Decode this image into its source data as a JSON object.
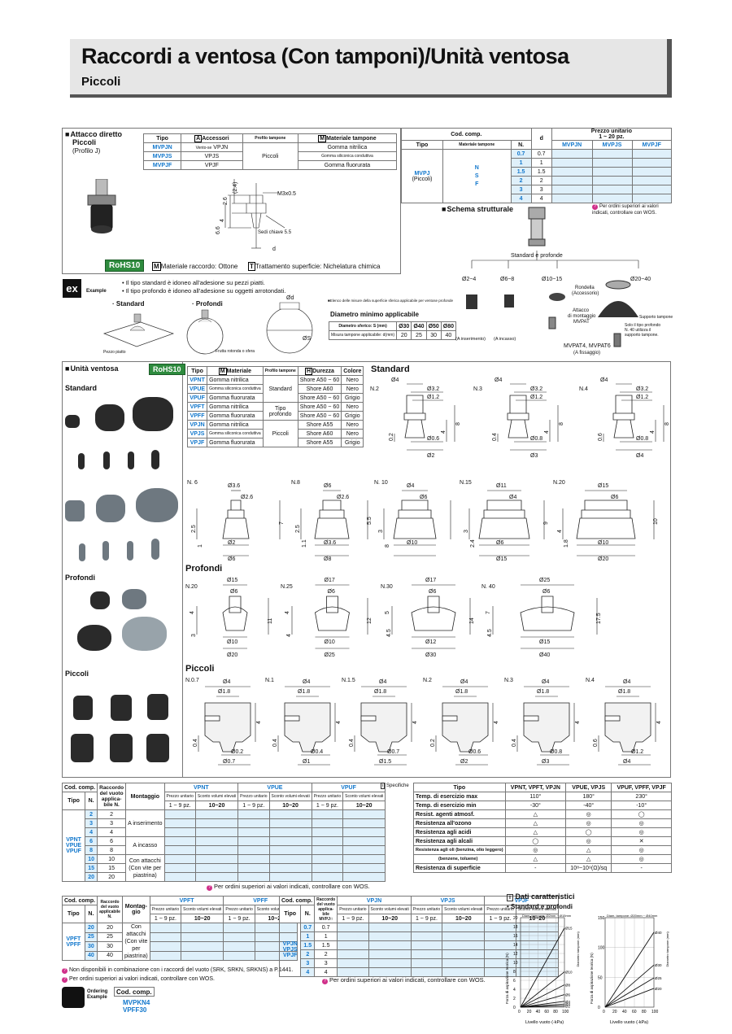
{
  "header": {
    "title": "Raccordi a ventosa (Con tamponi)/Unità ventosa",
    "subtitle": "Piccoli"
  },
  "attacco": {
    "title": "Attacco diretto",
    "title2": "Piccoli",
    "profile": "(Profilo J)",
    "th": [
      "Tipo",
      "Accessori",
      "Profilo tampone",
      "Materiale tampone"
    ],
    "acc_tag": "A",
    "mat_tag": "M",
    "rows": [
      [
        "MVPJN",
        "VPJN",
        "Gomma nitrilica"
      ],
      [
        "MVPJS",
        "VPJS",
        "Gomma siliconica conduttiva"
      ],
      [
        "MVPJF",
        "VPJF",
        "Gomma fluorurata"
      ]
    ],
    "ventose": "Vento-se",
    "piccoli": "Piccoli",
    "dims": {
      "m3": "M3x0.5",
      "a24": "(2.4)",
      "a26": "2.6",
      "a66": "6.6",
      "a4": "4",
      "sedi": "Sedi chiave 5.5",
      "d": "d"
    },
    "mat_note": "Materiale raccordo: Ottone",
    "tr_note": "Trattamento superficie: Nichelatura chimica",
    "rohs": "RoHS10"
  },
  "example": {
    "tag": "ex",
    "label": "Example",
    "lines": [
      "• Il tipo standard è idoneo all'adesione su pezzi piatti.",
      "• Il tipo profondo è idoneo all'adesione su oggetti arrotondati."
    ],
    "std": "· Standard",
    "prof": "· Profondi",
    "pezzo": "Pezzo piatto",
    "frutta": "Frutta rotonda o sfera",
    "ds": "ØS",
    "dd": "Ød",
    "elenco": "Elenco delle misure della superficie sferica applicabile per ventose profonde",
    "diam_title": "Diametro minimo applicabile",
    "diam_hdr": [
      "Diametro sferico: S (mm)",
      "Ø30",
      "Ø40",
      "Ø50",
      "Ø80"
    ],
    "diam_row": [
      "Misura tampone applicabile: d(mm)",
      "20",
      "25",
      "30",
      "40"
    ]
  },
  "price": {
    "cod": "Cod. comp.",
    "d": "d",
    "prezzo": "Prezzo unitario",
    "pz": "1 ~ 20 pz.",
    "tipo": "Tipo",
    "mat": "Materiale tampone",
    "n": "N.",
    "cols": [
      "MVPJN",
      "MVPJS",
      "MVPJF"
    ],
    "type": "MVPJ",
    "type2": "(Piccoli)",
    "mats": "N\nS\nF",
    "rows": [
      [
        "0.7",
        "0.7"
      ],
      [
        "1",
        "1"
      ],
      [
        "1.5",
        "1.5"
      ],
      [
        "2",
        "2"
      ],
      [
        "3",
        "3"
      ],
      [
        "4",
        "4"
      ]
    ],
    "note": "Per ordini superiori ai valori indicati, controllare con WOS."
  },
  "schema": {
    "title": "Schema strutturale",
    "std": "Standard e profonde",
    "d1": "Ø2~4",
    "d2": "Ø6~8",
    "d3": "Ø10~15",
    "d4": "Ø20~40",
    "rondella": "Rondella",
    "acc": "(Accessorio)",
    "attacco": "Attacco",
    "dimont": "di montaggio",
    "mvpat": "MVPAT",
    "supp": "Supporto tampone",
    "solo": "Solo il tipo profondo",
    "n40": "N. 40 utilizza il",
    "supt": "supporto tampone.",
    "ins": "(A inserimento)",
    "inc": "(A incasso)",
    "mvpat4": "MVPAT4, MVPAT6",
    "fiss": "(A fissaggio)"
  },
  "unita": {
    "title": "Unità ventosa",
    "rohs": "RoHS10",
    "std": "Standard",
    "prof": "Profondi",
    "picc": "Piccoli",
    "th": [
      "Tipo",
      "Materiale",
      "Profilo tampone",
      "Durezza",
      "Colore"
    ],
    "rows": [
      [
        "VPNT",
        "Gomma nitrilica",
        "Shore A50 ~ 60",
        "Nero"
      ],
      [
        "VPUE",
        "Gomma siliconica conduttiva",
        "Shore A60",
        "Nero"
      ],
      [
        "VPUF",
        "Gomma fluorurata",
        "Shore A50 ~ 60",
        "Grigio"
      ],
      [
        "VPFT",
        "Gomma nitrilica",
        "Shore A50 ~ 60",
        "Nero"
      ],
      [
        "VPFF",
        "Gomma fluorurata",
        "Shore A50 ~ 60",
        "Grigio"
      ],
      [
        "VPJN",
        "Gomma nitrilica",
        "Shore A55",
        "Nero"
      ],
      [
        "VPJS",
        "Gomma siliconica conduttiva",
        "Shore A60",
        "Nero"
      ],
      [
        "VPJF",
        "Gomma fluorurata",
        "Shore A55",
        "Grigio"
      ]
    ],
    "prof_std": "Standard",
    "prof_tp": "Tipo profondo",
    "prof_pc": "Piccoli",
    "m": "M",
    "h": "H"
  },
  "drawings": {
    "standard": "Standard",
    "profondi": "Profondi",
    "piccoli": "Piccoli",
    "std": [
      {
        "n": "N.2",
        "a": "Ø4",
        "b": "Ø3.2",
        "c": "Ø1.2",
        "d": "Ø0.6",
        "e": "Ø2",
        "h1": "0.2",
        "h2": "4",
        "h3": "8"
      },
      {
        "n": "N.3",
        "a": "Ø4",
        "b": "Ø3.2",
        "c": "Ø1.2",
        "d": "Ø0.8",
        "e": "Ø3",
        "h1": "0.4",
        "h2": "4",
        "h3": "8"
      },
      {
        "n": "N.4",
        "a": "Ø4",
        "b": "Ø3.2",
        "c": "Ø1.2",
        "d": "Ø0.8",
        "e": "Ø4",
        "h1": "0.6",
        "h2": "4",
        "h3": "8"
      }
    ],
    "std2": [
      {
        "n": "N. 6",
        "a": "Ø3.6",
        "b": "Ø2.6",
        "c": "Ø2",
        "d": "Ø6",
        "h1": "2.5",
        "h2": "1",
        "h3": "7"
      },
      {
        "n": "N.8",
        "a": "Ø6",
        "b": "Ø2.6",
        "c": "Ø3.6",
        "d": "Ø8",
        "h1": "2.5",
        "h2": "1.1",
        "h3": "5.5"
      },
      {
        "n": "N. 10",
        "a": "Ø4",
        "b": "Ø6",
        "c": "Ø10",
        "h1": "3",
        "h2": "8"
      },
      {
        "n": "N.15",
        "a": "Ø11",
        "b": "Ø4",
        "c": "Ø6",
        "d": "Ø15",
        "h1": "3",
        "h2": "2.4",
        "h3": "9"
      },
      {
        "n": "N.20",
        "a": "Ø15",
        "b": "Ø6",
        "c": "Ø10",
        "d": "Ø20",
        "h1": "4",
        "h2": "1.8",
        "h3": "10"
      }
    ],
    "prof": [
      {
        "n": "N.20",
        "a": "Ø15",
        "b": "Ø6",
        "c": "Ø10",
        "d": "Ø20",
        "h1": "4",
        "h2": "3",
        "h3": "11"
      },
      {
        "n": "N.25",
        "a": "Ø17",
        "b": "Ø6",
        "c": "Ø10",
        "d": "Ø25",
        "h1": "4",
        "h2": "4",
        "h3": "12"
      },
      {
        "n": "N.30",
        "a": "Ø17",
        "b": "Ø6",
        "c": "Ø12",
        "d": "Ø30",
        "h1": "5",
        "h2": "4.5",
        "h3": "14"
      },
      {
        "n": "N. 40",
        "a": "Ø25",
        "b": "Ø6",
        "c": "Ø15",
        "d": "Ø40",
        "h1": "7",
        "h2": "4.5",
        "h3": "17.5"
      }
    ],
    "picc": [
      {
        "n": "N.0.7",
        "a": "Ø4",
        "b": "Ø1.8",
        "c": "Ø0.2",
        "d": "Ø0.7",
        "h": "0.4"
      },
      {
        "n": "N.1",
        "a": "Ø4",
        "b": "Ø1.8",
        "c": "Ø0.4",
        "d": "Ø1",
        "h": "0.4"
      },
      {
        "n": "N.1.5",
        "a": "Ø4",
        "b": "Ø1.8",
        "c": "Ø0.7",
        "d": "Ø1.5",
        "h": "0.4"
      },
      {
        "n": "N.2",
        "a": "Ø4",
        "b": "Ø1.8",
        "c": "Ø0.6",
        "d": "Ø2",
        "h": "0.2"
      },
      {
        "n": "N.3",
        "a": "Ø4",
        "b": "Ø1.8",
        "c": "Ø0.8",
        "d": "Ø3",
        "h": "0.4"
      },
      {
        "n": "N.4",
        "a": "Ø4",
        "b": "Ø1.8",
        "c": "Ø1.2",
        "d": "Ø4",
        "h": "0.6"
      }
    ],
    "h4": "4"
  },
  "tbl1": {
    "cod": "Cod. comp.",
    "rac": "Raccordo del vuoto applica-bile N.",
    "mont": "Montaggio",
    "cols": [
      "VPNT",
      "VPUE",
      "VPUF"
    ],
    "pu": "Prezzo unitario",
    "sc": "Sconto volumi elevati",
    "r1": "1 ~ 9 pz.",
    "r2": "10~20",
    "tipo": "Tipo",
    "n": "N.",
    "types": [
      "VPNT",
      "VPUE",
      "VPUF"
    ],
    "rows": [
      [
        "2",
        "2"
      ],
      [
        "3",
        "3"
      ],
      [
        "4",
        "4"
      ],
      [
        "6",
        "6"
      ],
      [
        "8",
        "8"
      ],
      [
        "10",
        "10"
      ],
      [
        "15",
        "15"
      ],
      [
        "20",
        "20"
      ]
    ],
    "m1": "A inserimento",
    "m2": "A incasso",
    "m3": "Con attacchi (Con vite per piastrina)",
    "note": "Per ordini superiori ai valori indicati, controllare con WOS."
  },
  "spec": {
    "tag": "Specifiche",
    "th": [
      "Tipo",
      "VPNT, VPFT, VPJN",
      "VPUE, VPJS",
      "VPUF, VPFF, VPJF"
    ],
    "rows": [
      [
        "Temp. di esercizio max",
        "110°",
        "180°",
        "230°"
      ],
      [
        "Temp. di esercizio min",
        "-30°",
        "-40°",
        "-10°"
      ],
      [
        "Resist. agenti atmosf.",
        "△",
        "◎",
        "◯"
      ],
      [
        "Resistenza all'ozono",
        "△",
        "◎",
        "◎"
      ],
      [
        "Resistenza agli acidi",
        "△",
        "◯",
        "◎"
      ],
      [
        "Resistenza agli alcali",
        "◯",
        "◎",
        "✕"
      ],
      [
        "(benzina, olio leggero)",
        "◎",
        "△",
        "◎"
      ],
      [
        "(benzene, toluene)",
        "△",
        "△",
        "◎"
      ],
      [
        "Resistenza di superficie",
        "-",
        "10⁸~10⁹(Ω)/sq",
        "-"
      ]
    ],
    "olio": "Resistenza agli oli"
  },
  "tbl2": {
    "cod": "Cod. comp.",
    "rac": "Raccordo del vuoto applicabile N.",
    "mont": "Montag-gio",
    "cols": [
      "VPFT",
      "VPFF"
    ],
    "pu": "Prezzo unitario",
    "sc": "Sconto volumi elevati",
    "r1": "1 ~ 9 pz.",
    "r2": "10~20",
    "tipo": "Tipo",
    "n": "N.",
    "types": [
      "VPFT",
      "VPFF"
    ],
    "rows": [
      [
        "20",
        "20"
      ],
      [
        "25",
        "25"
      ],
      [
        "30",
        "30"
      ],
      [
        "40",
        "40"
      ]
    ],
    "m": "Con attacchi (Con vite per piastrina)",
    "note1": "Non disponibili in combinazione con i raccordi del vuoto (SRK, SRKN, SRKNS) a P.1441.",
    "note2": "Per ordini superiori ai valori indicati, controllare con WOS.",
    "ordering": "Ordering",
    "example": "Example",
    "cod2": "Cod. comp.",
    "ex1": "MVPKN4",
    "ex2": "VPFF30"
  },
  "tbl3": {
    "cod": "Cod. comp.",
    "rac": "Raccordo del vuoto applica-bile MVPJ□",
    "cols": [
      "VPJN",
      "VPJS",
      "VPJF"
    ],
    "pu": "Prezzo unitario",
    "sc": "Sconto volumi elevati",
    "r1": "1 ~ 9 pz.",
    "r2": "10~20",
    "tipo": "Tipo",
    "n": "N.",
    "types": [
      "VPJN",
      "VPJS",
      "VPJF"
    ],
    "rows": [
      [
        "0.7",
        "0.7"
      ],
      [
        "1",
        "1"
      ],
      [
        "1.5",
        "1.5"
      ],
      [
        "2",
        "2"
      ],
      [
        "3",
        "3"
      ],
      [
        "4",
        "4"
      ]
    ],
    "note": "Per ordini superiori ai valori indicati, controllare con WOS."
  },
  "dati": {
    "title": "Dati caratteristici",
    "sub": "• Standard e profondi",
    "c1title": "Diam. tampone: Ø2mm ~ Ø15mm",
    "c2title": "Diam. tampone: Ø20mm ~ Ø40mm",
    "ylabel": "Forza di aspirazione teorica (N)",
    "xlabel": "Livello vuoto (-kPa)",
    "rlabel": "Diametro tampone (mm)"
  },
  "chart_data": [
    {
      "type": "line",
      "title": "Diam. tampone: Ø2mm ~ Ø15mm",
      "xlabel": "Livello vuoto (-kPa)",
      "ylabel": "Forza di aspirazione teorica (N)",
      "xlim": [
        0,
        100
      ],
      "ylim": [
        0,
        20
      ],
      "x_ticks": [
        "0",
        "20",
        "40",
        "60",
        "80",
        "100"
      ],
      "y_ticks": [
        "0",
        "2",
        "4",
        "6",
        "8",
        "10",
        "12",
        "14",
        "16",
        "18",
        "20"
      ],
      "series": [
        {
          "name": "Ø15",
          "x": [
            0,
            100
          ],
          "y": [
            0,
            17.7
          ]
        },
        {
          "name": "Ø10",
          "x": [
            0,
            100
          ],
          "y": [
            0,
            7.9
          ]
        },
        {
          "name": "Ø8",
          "x": [
            0,
            100
          ],
          "y": [
            0,
            5
          ]
        },
        {
          "name": "Ø6",
          "x": [
            0,
            100
          ],
          "y": [
            0,
            2.8
          ]
        },
        {
          "name": "Ø4",
          "x": [
            0,
            100
          ],
          "y": [
            0,
            1.3
          ]
        },
        {
          "name": "Ø3",
          "x": [
            0,
            100
          ],
          "y": [
            0,
            0.7
          ]
        },
        {
          "name": "Ø2",
          "x": [
            0,
            100
          ],
          "y": [
            0,
            0.3
          ]
        }
      ]
    },
    {
      "type": "line",
      "title": "Diam. tampone: Ø20mm ~ Ø40mm",
      "xlabel": "Livello vuoto (-kPa)",
      "ylabel": "Forza di aspirazione teorica (N)",
      "xlim": [
        0,
        100
      ],
      "ylim": [
        0,
        150
      ],
      "x_ticks": [
        "0",
        "20",
        "40",
        "60",
        "80",
        "100"
      ],
      "y_ticks": [
        "0",
        "50",
        "100",
        "150"
      ],
      "series": [
        {
          "name": "Ø40",
          "x": [
            0,
            100
          ],
          "y": [
            0,
            125.6
          ]
        },
        {
          "name": "Ø30",
          "x": [
            0,
            100
          ],
          "y": [
            0,
            70.7
          ]
        },
        {
          "name": "Ø25",
          "x": [
            0,
            100
          ],
          "y": [
            0,
            49.1
          ]
        },
        {
          "name": "Ø20",
          "x": [
            0,
            100
          ],
          "y": [
            0,
            31.4
          ]
        }
      ]
    }
  ]
}
